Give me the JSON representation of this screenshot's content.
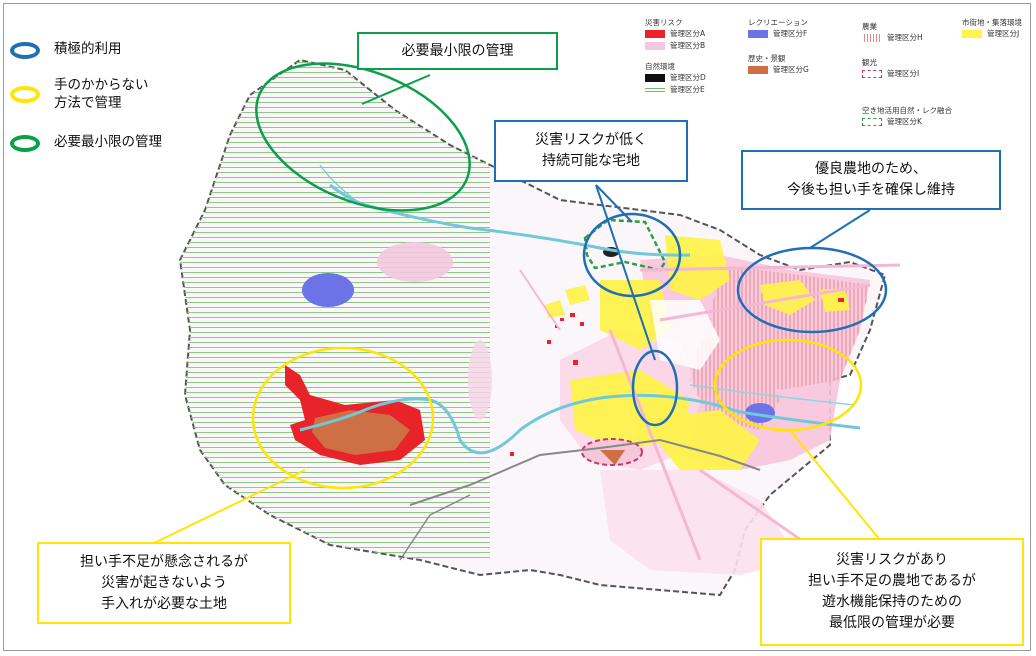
{
  "legend_keys": [
    {
      "label": "積極的利用",
      "color": "#1f6fb5"
    },
    {
      "label": "手のかからない\n方法で管理",
      "color": "#ffe500"
    },
    {
      "label": "必要最小限の管理",
      "color": "#0aa04a"
    }
  ],
  "callouts": {
    "top_green": "必要最小限の管理",
    "top_center": "災害リスクが低く\n持続可能な宅地",
    "top_right": "優良農地のため、\n今後も担い手を確保し維持",
    "bottom_left": "担い手不足が懸念されるが\n災害が起きないよう\n手入れが必要な土地",
    "bottom_right": "災害リスクがあり\n担い手不足の農地であるが\n遊水機能保持のための\n最低限の管理が必要"
  },
  "map_legend": {
    "disaster_risk": {
      "title": "災害リスク",
      "a": "管理区分A",
      "b": "管理区分B"
    },
    "recreation": {
      "title": "レクリエーション",
      "f": "管理区分F"
    },
    "nature": {
      "title": "自然環境",
      "d": "管理区分D",
      "e": "管理区分E"
    },
    "history": {
      "title": "歴史・景観",
      "g": "管理区分G"
    },
    "agriculture": {
      "title": "農業",
      "h": "管理区分H"
    },
    "tourism": {
      "title": "観光",
      "i": "管理区分I"
    },
    "vacant_land": {
      "title": "空き地活用自然・レク融合",
      "k": "管理区分K"
    },
    "urban": {
      "title": "市街地・集落環境",
      "j": "管理区分J"
    }
  },
  "colors": {
    "blue_ring": "#1f6fb5",
    "yellow_ring": "#ffe500",
    "green_ring": "#0aa04a",
    "risk_a": "#e8232a",
    "risk_b": "#f6c7e3",
    "recreation": "#6b73e6",
    "history": "#cf6f45",
    "urban_yellow": "#fff34d",
    "river": "#6fc9d9"
  }
}
